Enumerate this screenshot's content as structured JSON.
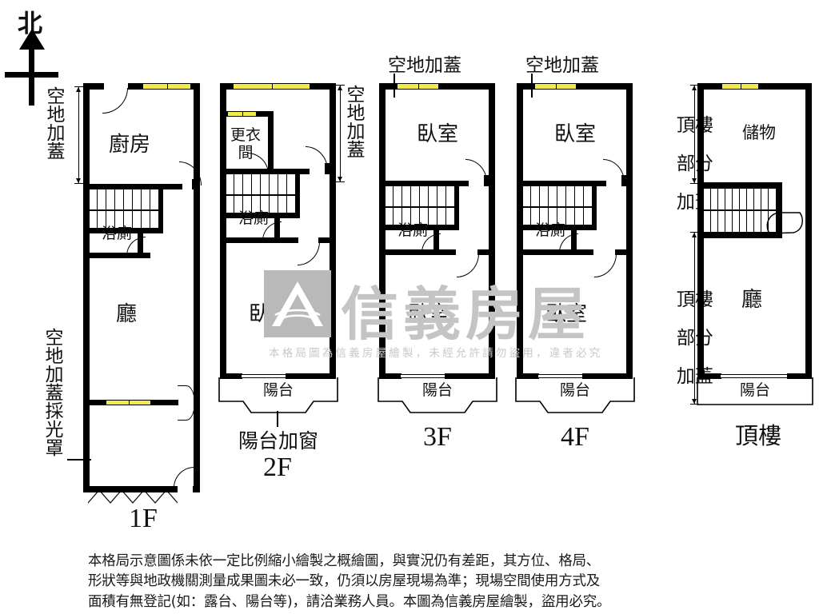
{
  "document": {
    "type": "real-estate-floor-plan",
    "north_label": "北",
    "watermark": {
      "brand": "信義房屋",
      "notice": "本格局圖為信義房屋繪製，未經允許請勿盜用，違者必究"
    },
    "disclaimer": "本格局示意圖係未依一定比例縮小繪製之概繪圖，與實況仍有差距，其方位、格局、\n形狀等與地政機關測量成果圖未必一致，仍須以房屋現場為準；現場空間使用方式及\n面積有無登記(如：露台、陽台等)，請洽業務人員。本圖為信義房屋繪製，盜用必究。"
  },
  "colors": {
    "wall": "#000000",
    "window_yellow": "#f2ea4c",
    "background": "#ffffff",
    "watermark_gray": "#c4c4c4",
    "text": "#111111"
  },
  "floors": [
    {
      "id": "1f",
      "caption": "1F",
      "rooms": [
        {
          "name": "廚房",
          "role": "kitchen"
        },
        {
          "name": "浴廁",
          "role": "bathroom"
        },
        {
          "name": "廳",
          "role": "living-room"
        }
      ],
      "annotations": [
        {
          "text": "空地加蓋",
          "position": "left-upper",
          "orientation": "vertical"
        },
        {
          "text": "空地加蓋採光罩",
          "position": "left-lower",
          "orientation": "vertical"
        }
      ],
      "features": [
        "staircase",
        "yellow-window-top",
        "yellow-window-mid",
        "entrance-door",
        "skylight-canopy"
      ]
    },
    {
      "id": "2f",
      "caption": "2F",
      "rooms": [
        {
          "name": "更衣間",
          "role": "walk-in-closet"
        },
        {
          "name": "浴廁",
          "role": "bathroom"
        },
        {
          "name": "臥室",
          "role": "bedroom"
        },
        {
          "name": "陽台",
          "role": "balcony"
        }
      ],
      "annotations": [
        {
          "text": "空地加蓋",
          "position": "right",
          "orientation": "vertical"
        },
        {
          "text": "陽台加窗",
          "position": "bottom",
          "orientation": "horizontal"
        }
      ],
      "features": [
        "staircase",
        "yellow-window-top",
        "yellow-window-closet",
        "balcony-window"
      ]
    },
    {
      "id": "3f",
      "caption": "3F",
      "rooms": [
        {
          "name": "臥室",
          "role": "bedroom-front"
        },
        {
          "name": "浴廁",
          "role": "bathroom"
        },
        {
          "name": "臥室",
          "role": "bedroom-rear"
        },
        {
          "name": "陽台",
          "role": "balcony"
        }
      ],
      "annotations": [
        {
          "text": "空地加蓋",
          "position": "top",
          "orientation": "horizontal"
        }
      ],
      "features": [
        "staircase",
        "yellow-window-top",
        "balcony-window"
      ]
    },
    {
      "id": "4f",
      "caption": "4F",
      "rooms": [
        {
          "name": "臥室",
          "role": "bedroom-front"
        },
        {
          "name": "浴廁",
          "role": "bathroom"
        },
        {
          "name": "臥室",
          "role": "bedroom-rear"
        },
        {
          "name": "陽台",
          "role": "balcony"
        }
      ],
      "annotations": [
        {
          "text": "空地加蓋",
          "position": "top",
          "orientation": "horizontal"
        }
      ],
      "features": [
        "staircase",
        "yellow-window-top",
        "balcony-window"
      ]
    },
    {
      "id": "rooftop",
      "caption": "頂樓",
      "rooms": [
        {
          "name": "儲物",
          "role": "storage"
        },
        {
          "name": "廳",
          "role": "living-room"
        },
        {
          "name": "陽台",
          "role": "balcony"
        }
      ],
      "annotations": [
        {
          "text": "頂樓部分加蓋",
          "position": "left-upper",
          "orientation": "vertical-2col"
        },
        {
          "text": "頂樓部分加蓋",
          "position": "left-lower",
          "orientation": "vertical-2col"
        }
      ],
      "features": [
        "staircase",
        "yellow-window-top",
        "balcony-window"
      ]
    }
  ],
  "labels": {
    "north": "北",
    "f1_caption": "1F",
    "f2_caption": "2F",
    "f3_caption": "3F",
    "f4_caption": "4F",
    "roof_caption": "頂樓",
    "kitchen": "廚房",
    "bathroom": "浴廁",
    "living": "廳",
    "bedroom": "臥室",
    "closet_l1": "更衣",
    "closet_l2": "間",
    "balcony": "陽台",
    "storage": "儲物",
    "vacant_cover": "空地加蓋",
    "vacant_cover_skylight": "空地加蓋採光罩",
    "balcony_window": "陽台加窗",
    "roof_partial_cover": "頂樓部分加蓋",
    "vacant_cover_chars": [
      "空",
      "地",
      "加",
      "蓋"
    ],
    "vacant_cover_skylight_chars": [
      "空",
      "地",
      "加",
      "蓋",
      "採",
      "光",
      "罩"
    ],
    "roof_partial_cover_lines": [
      "頂樓",
      "部分",
      "加蓋"
    ]
  }
}
